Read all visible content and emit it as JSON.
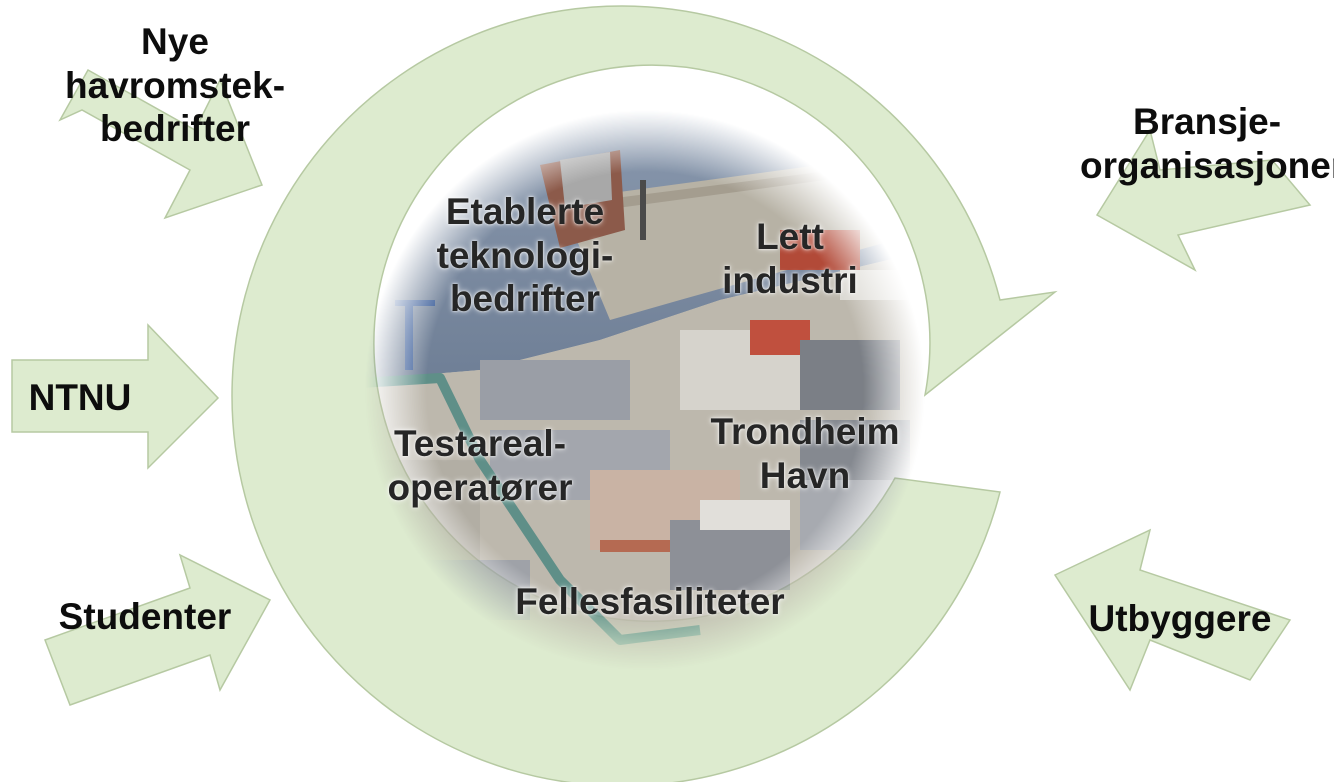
{
  "colors": {
    "arrow_fill": "#ddebcf",
    "arrow_stroke": "#b6c9a2",
    "water": "#7f8fa6",
    "quay": "#b9b4a8",
    "roof": "#8e929a",
    "canal": "#5f8f88"
  },
  "image": {
    "description_icon": "harbor-aerial-photo"
  },
  "outer_labels": {
    "nye": [
      "Nye",
      "havromstek-",
      "bedrifter"
    ],
    "bransje": [
      "Bransje-",
      "organisasjoner"
    ],
    "ntnu": [
      "NTNU"
    ],
    "studenter": [
      "Studenter"
    ],
    "utbyggere": [
      "Utbyggere"
    ]
  },
  "inner_labels": {
    "etablerte": [
      "Etablerte",
      "teknologi-",
      "bedrifter"
    ],
    "lett": [
      "Lett",
      "industri"
    ],
    "testareal": [
      "Testareal-",
      "operatører"
    ],
    "trondheim": [
      "Trondheim",
      "Havn"
    ],
    "felles": [
      "Fellesfasiliteter"
    ]
  }
}
